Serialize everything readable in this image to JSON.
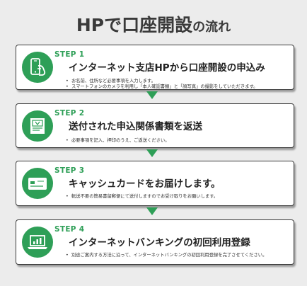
{
  "title": {
    "main": "HPで口座開設",
    "suffix": "の流れ"
  },
  "accent_color": "#2e9f57",
  "steps": [
    {
      "label": "STEP 1",
      "title": "インターネット支店HPから口座開設の申込み",
      "icon": "smartphone-hand-icon",
      "notes": [
        "お名前、住所など必要事項を入力します。",
        "スマートフォンのカメラを利用し「本人確認書類」と「顔写真」の撮影をしていただきます。"
      ]
    },
    {
      "label": "STEP 2",
      "title": "送付された申込関係書類を返送",
      "icon": "document-icon",
      "notes": [
        "必要事項を記入、押印のうえ、ご返送ください。"
      ]
    },
    {
      "label": "STEP 3",
      "title": "キャッシュカードをお届けします。",
      "icon": "cash-card-icon",
      "notes": [
        "転送不要の簡易書留郵便にて送付しますのでお受け取りをお願いします。"
      ]
    },
    {
      "label": "STEP 4",
      "title": "インターネットバンキングの初回利用登録",
      "icon": "laptop-chart-icon",
      "notes": [
        "別途ご案内する方法に沿って、インターネットバンキングの初回利用登録を完了させてください。"
      ]
    }
  ]
}
